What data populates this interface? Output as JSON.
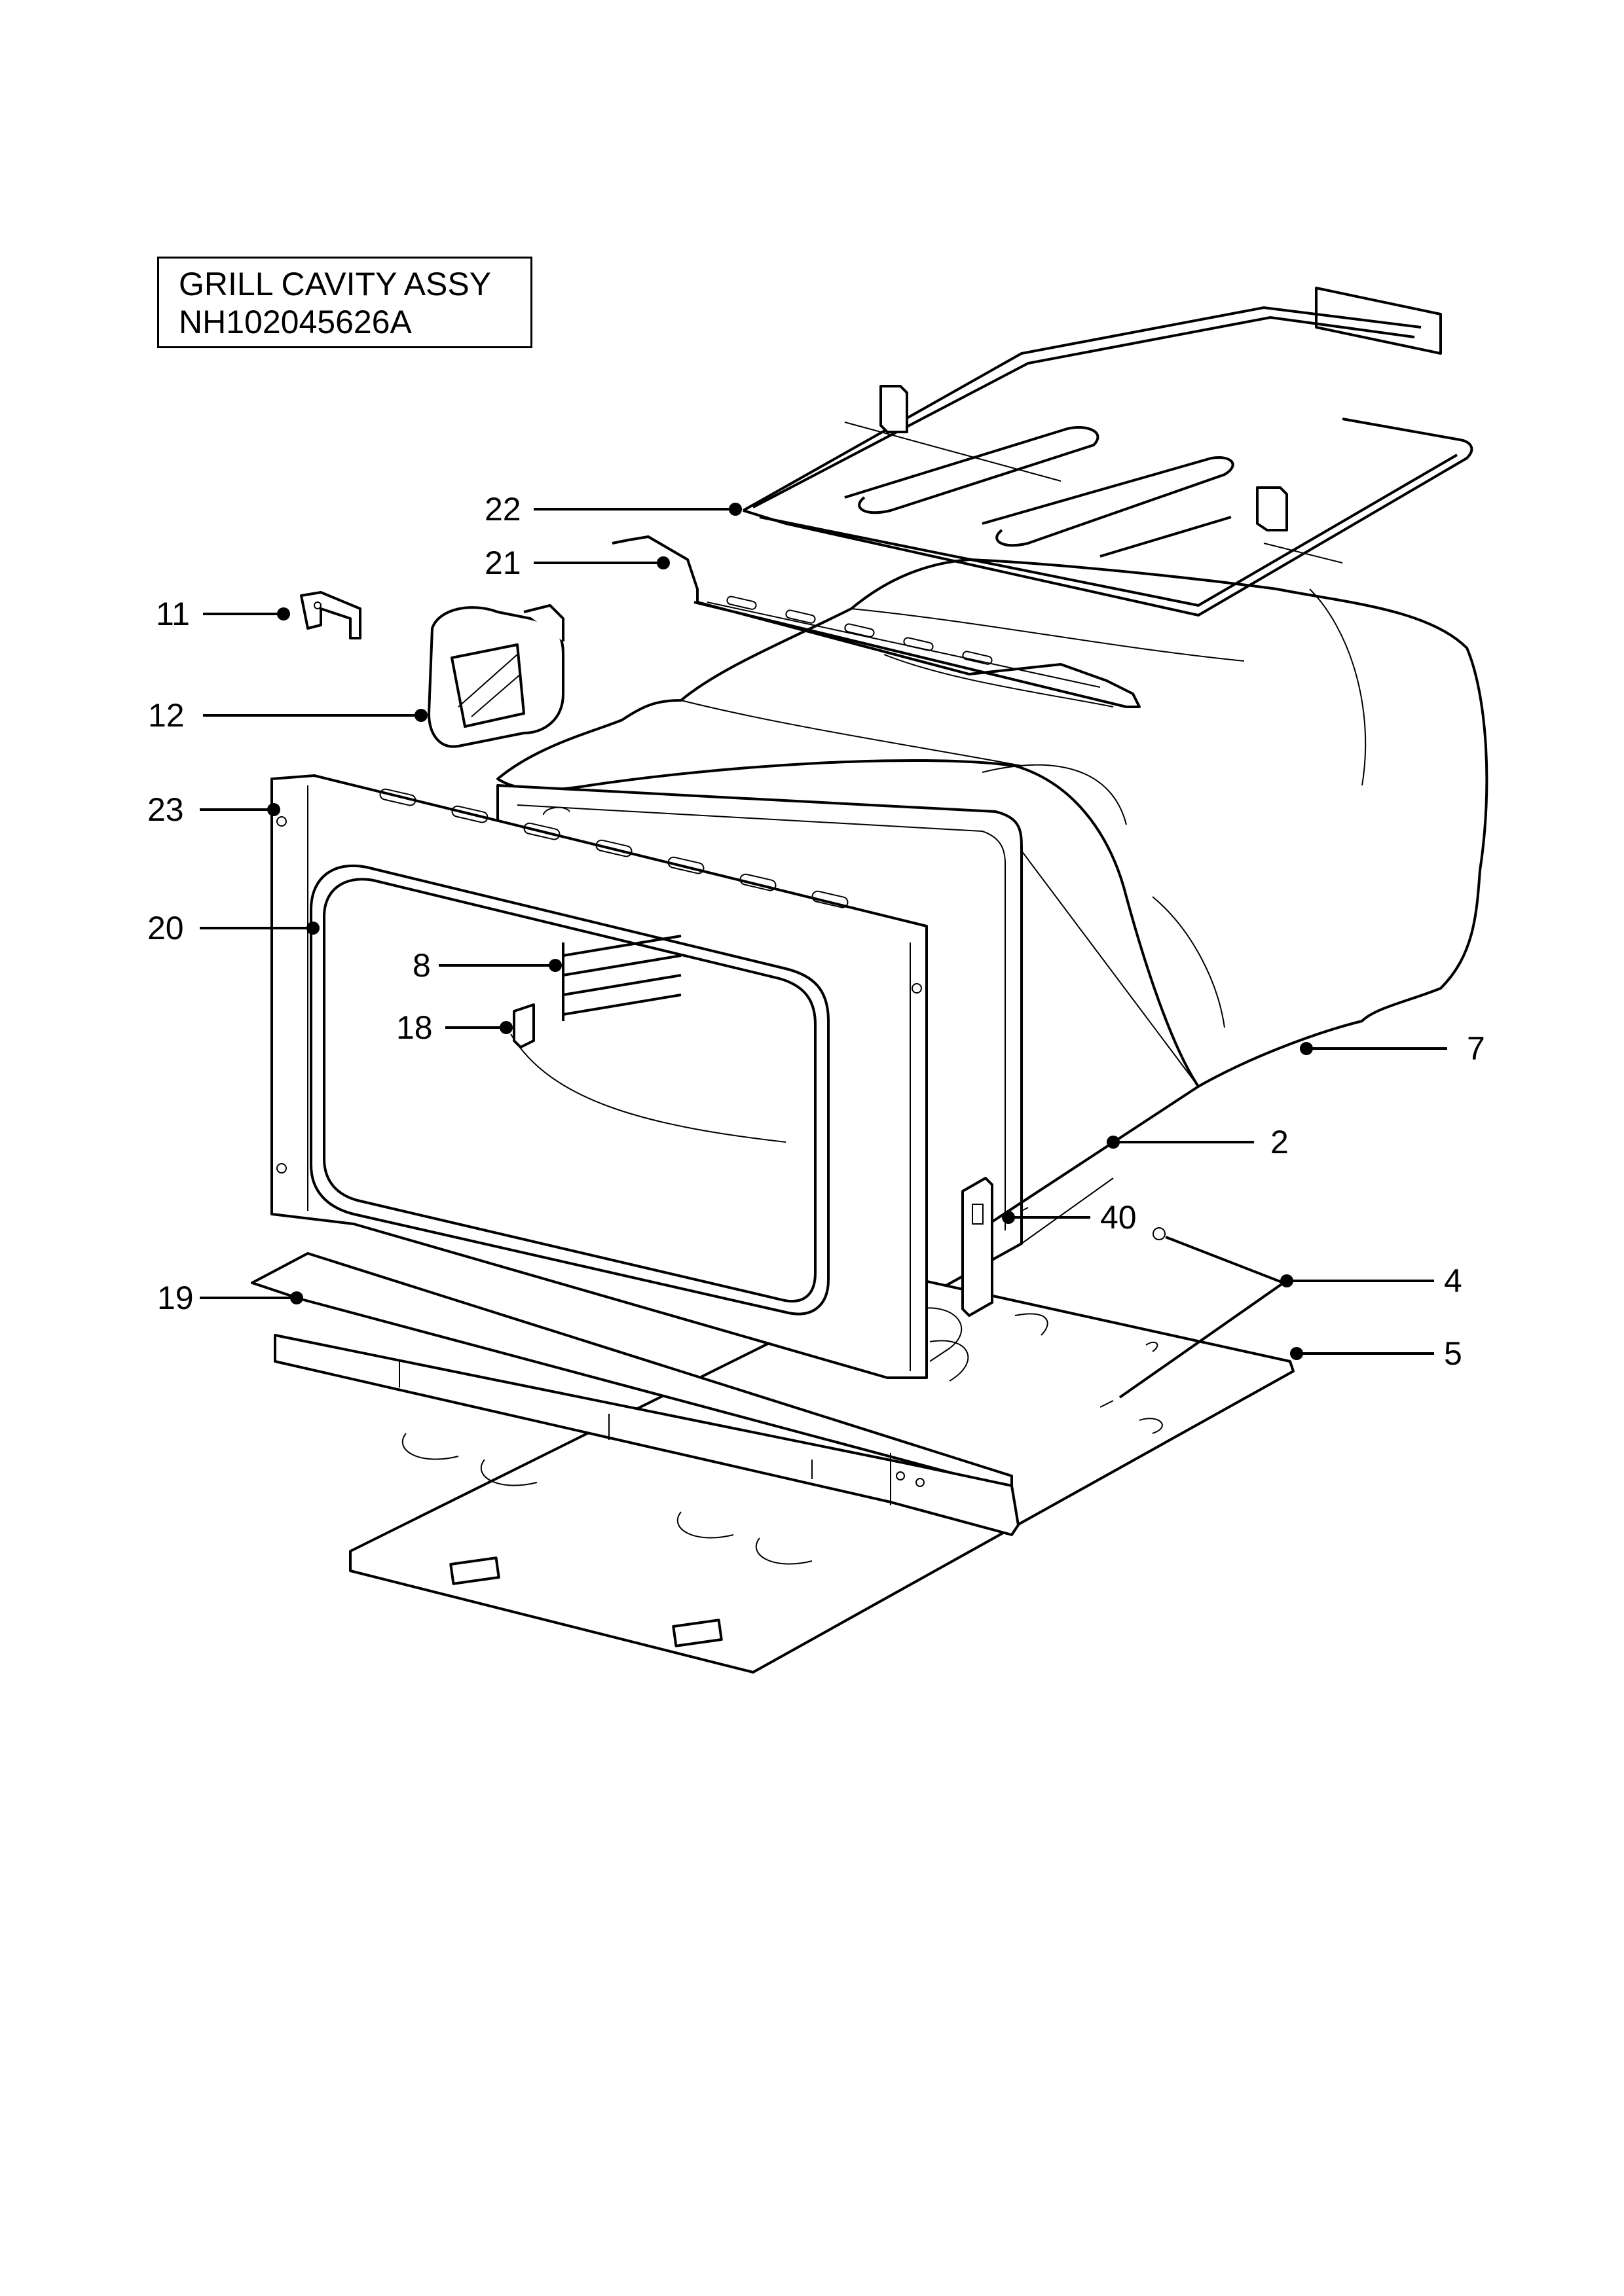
{
  "title": {
    "line1": "GRILL CAVITY ASSY",
    "line2": "NH102045626A"
  },
  "callouts": [
    {
      "id": "c22",
      "label": "22",
      "part": "grill-element"
    },
    {
      "id": "c21",
      "label": "21",
      "part": "element-bracket"
    },
    {
      "id": "c11",
      "label": "11",
      "part": "lamp-clip"
    },
    {
      "id": "c12",
      "label": "12",
      "part": "lamp-housing"
    },
    {
      "id": "c23",
      "label": "23",
      "part": "front-frame"
    },
    {
      "id": "c20",
      "label": "20",
      "part": "door-seal"
    },
    {
      "id": "c8",
      "label": "8",
      "part": "shelf-runners"
    },
    {
      "id": "c18",
      "label": "18",
      "part": "runner-clip"
    },
    {
      "id": "c7",
      "label": "7",
      "part": "insulation-wrap"
    },
    {
      "id": "c2",
      "label": "2",
      "part": "cavity"
    },
    {
      "id": "c40",
      "label": "40",
      "part": "hinge-receiver"
    },
    {
      "id": "c4",
      "label": "4",
      "part": "earth-lead"
    },
    {
      "id": "c19",
      "label": "19",
      "part": "bottom-trim"
    },
    {
      "id": "c5",
      "label": "5",
      "part": "base-plate"
    }
  ]
}
